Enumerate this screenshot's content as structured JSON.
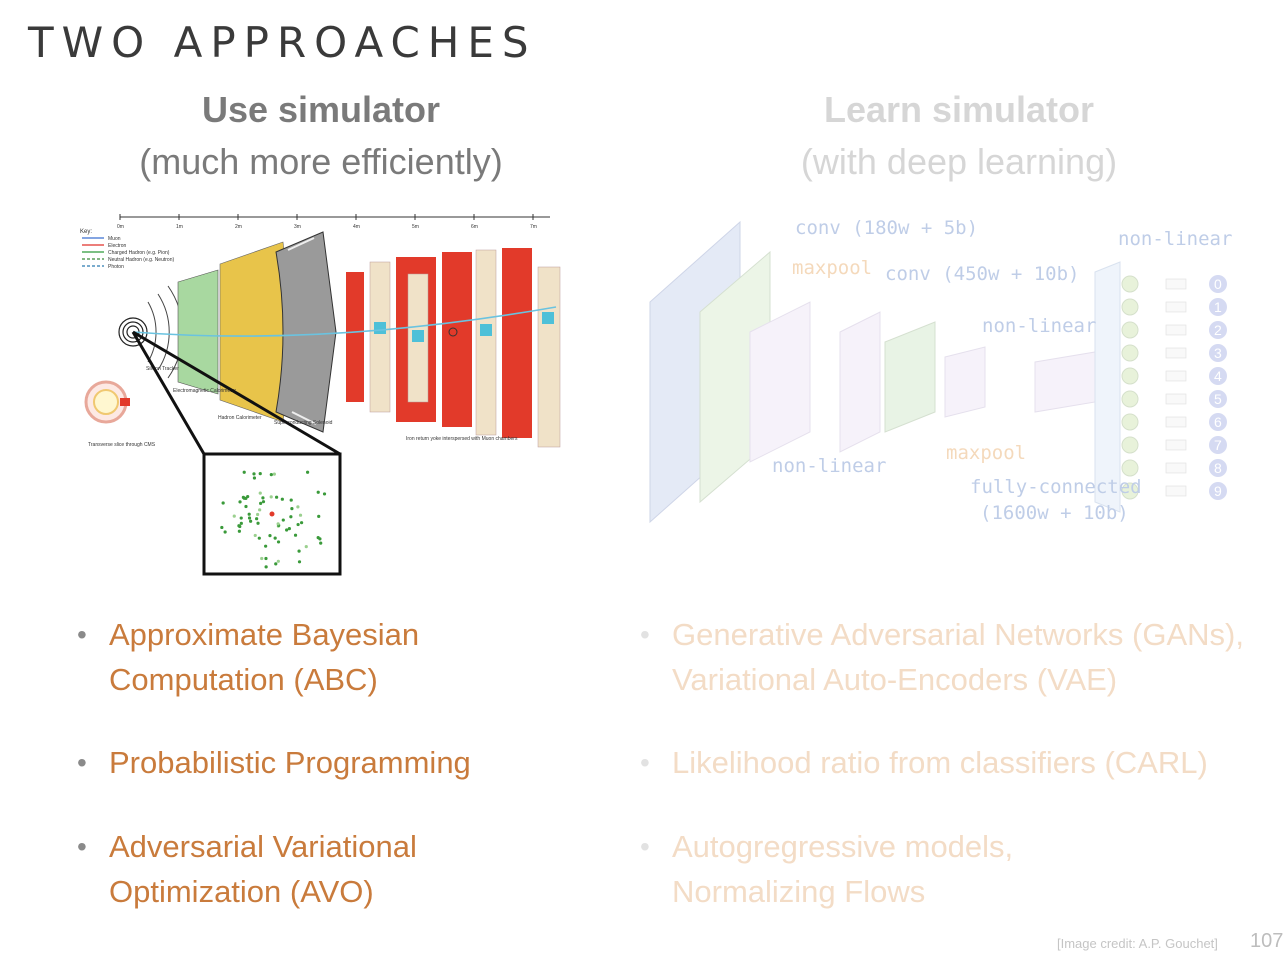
{
  "slide": {
    "title": "TWO APPROACHES",
    "credit": "[Image credit: A.P. Gouchet]",
    "page_number": "107"
  },
  "left": {
    "heading": "Use simulator",
    "subheading": "(much more efficiently)",
    "bullets": [
      "Approximate Bayesian\nComputation (ABC)",
      "Probabilistic Programming",
      "Adversarial Variational\nOptimization (AVO)"
    ],
    "figure": {
      "scale_labels": [
        "0m",
        "1m",
        "2m",
        "3m",
        "4m",
        "5m",
        "6m",
        "7m"
      ],
      "key_title": "Key:",
      "key_items": [
        "Muon",
        "Electron",
        "Charged Hadron (e.g. Pion)",
        "Neutral Hadron (e.g. Neutron)",
        "Photon"
      ],
      "key_colors": [
        "#3b6fd1",
        "#e0322b",
        "#2f9a3a",
        "#3a8a3a",
        "#2a7ab0"
      ],
      "annotations": [
        "Silicon Tracker",
        "Electromagnetic Calorimeter",
        "Hadron Calorimeter",
        "Superconducting Solenoid",
        "Iron return yoke interspersed with Muon chambers",
        "Transverse slice through CMS"
      ]
    }
  },
  "right": {
    "heading": "Learn simulator",
    "subheading": "(with deep learning)",
    "bullets": [
      "Generative Adversarial Networks (GANs),\nVariational Auto-Encoders (VAE)",
      "Likelihood ratio from classifiers (CARL)",
      "Autogregressive models,\nNormalizing Flows"
    ],
    "figure": {
      "labels": {
        "conv1": "conv (180w + 5b)",
        "maxpool1": "maxpool",
        "conv2": "conv (450w + 10b)",
        "nonlinear_top": "non-linear",
        "nonlinear_mid": "non-linear",
        "nonlinear_low": "non-linear",
        "maxpool2": "maxpool",
        "fc_line1": "fully-connected",
        "fc_line2": "(1600w + 10b)"
      },
      "outputs": [
        "0",
        "1",
        "2",
        "3",
        "4",
        "5",
        "6",
        "7",
        "8",
        "9"
      ]
    }
  },
  "colors": {
    "title": "#3a3a3a",
    "left_heading": "#7a7a7a",
    "right_heading": "#d6d6d6",
    "left_bullet_text": "#c97b3c",
    "right_bullet_text": "#f3dcc6"
  }
}
